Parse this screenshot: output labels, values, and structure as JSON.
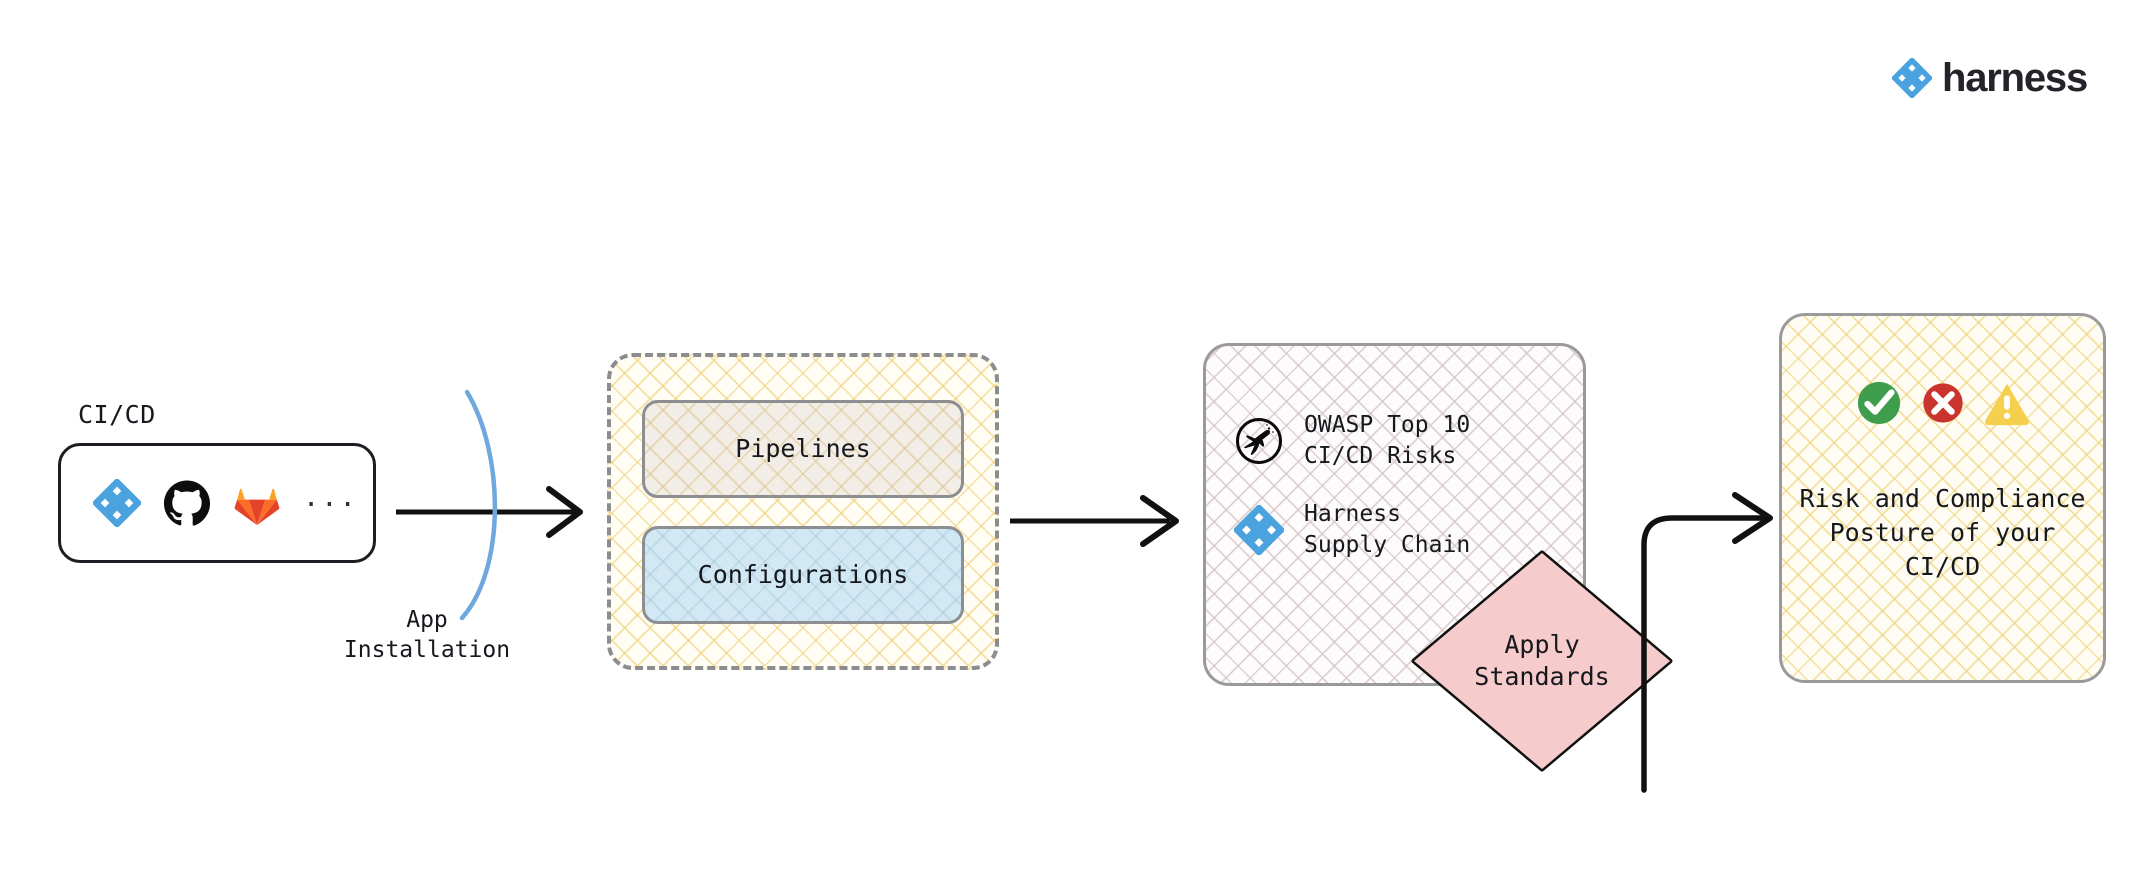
{
  "brand": {
    "name": "harness",
    "mark_icon": "harness-diamond-icon",
    "color": "#4aa3df"
  },
  "diagram": {
    "type": "flow-diagram",
    "title": "CI/CD risk and compliance posture flow"
  },
  "cicd": {
    "label": "CI/CD",
    "providers": [
      {
        "name": "Harness",
        "icon": "harness-diamond-icon",
        "color": "#4aa3df"
      },
      {
        "name": "GitHub",
        "icon": "github-octocat-icon",
        "color": "#0d0d0d"
      },
      {
        "name": "GitLab",
        "icon": "gitlab-fox-icon",
        "color": "#e2432a"
      }
    ],
    "more_indicator": "..."
  },
  "connectors": {
    "app_installation_label": "App\nInstallation",
    "arc_color": "#6ea8dc",
    "arrow_color": "#111111"
  },
  "assets_group": {
    "cards": [
      {
        "label": "Pipelines",
        "fill": "#f0ebe4"
      },
      {
        "label": "Configurations",
        "fill": "#cde7f5"
      }
    ]
  },
  "standards": {
    "items": [
      {
        "icon": "owasp-logo-icon",
        "text": "OWASP Top 10\nCI/CD Risks"
      },
      {
        "icon": "harness-diamond-icon",
        "text": "Harness\nSupply Chain"
      }
    ]
  },
  "apply_standards": {
    "label": "Apply\nStandards",
    "fill": "#f5cbcb",
    "stroke": "#111111"
  },
  "outcome": {
    "statuses": [
      {
        "name": "pass",
        "icon": "check-circle-icon",
        "color": "#3f9e4d"
      },
      {
        "name": "fail",
        "icon": "x-circle-icon",
        "color": "#c9352e"
      },
      {
        "name": "warning",
        "icon": "warning-triangle-icon",
        "color": "#f5d04e"
      }
    ],
    "text": "Risk and Compliance\nPosture of your\nCI/CD"
  }
}
